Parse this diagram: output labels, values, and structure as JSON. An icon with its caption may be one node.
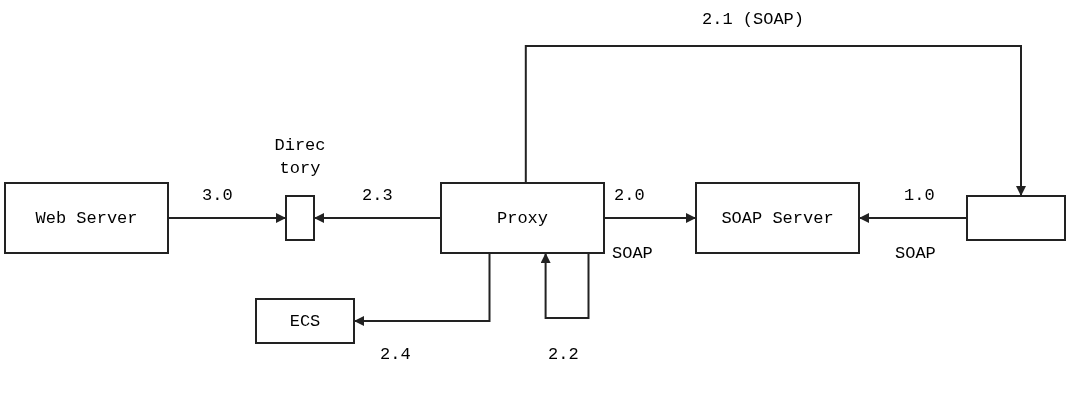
{
  "diagram": {
    "nodes": [
      {
        "text": [
          "Web Server"
        ]
      },
      {
        "text": [
          "Direc tory"
        ]
      },
      {
        "text": [
          "Proxy"
        ]
      },
      {
        "text": [
          "SOAP Server"
        ]
      },
      {
        "text": [],
        "shape": "box"
      },
      {
        "text": [
          "ECS"
        ]
      }
    ],
    "edges": [
      {
        "from": 0,
        "to": 1,
        "arrow": "to",
        "label": "3.0"
      },
      {
        "from": 2,
        "to": 1,
        "arrow": "to",
        "label": "2.3"
      },
      {
        "from": 2,
        "to": 3,
        "arrow": "to",
        "label": "2.0"
      },
      {
        "from": 4,
        "to": 3,
        "arrow": "to",
        "label": "1.0"
      },
      {
        "from": 2,
        "to": 4,
        "arrow": "to",
        "label": "2.1 (SOAP)"
      },
      {
        "from": 2,
        "to": 5,
        "arrow": "to",
        "label": "2.4"
      },
      {
        "from": 2,
        "to": 2,
        "arrow": "to",
        "label": "2.2"
      }
    ],
    "labels": [
      "SOAP",
      "SOAP"
    ]
  }
}
